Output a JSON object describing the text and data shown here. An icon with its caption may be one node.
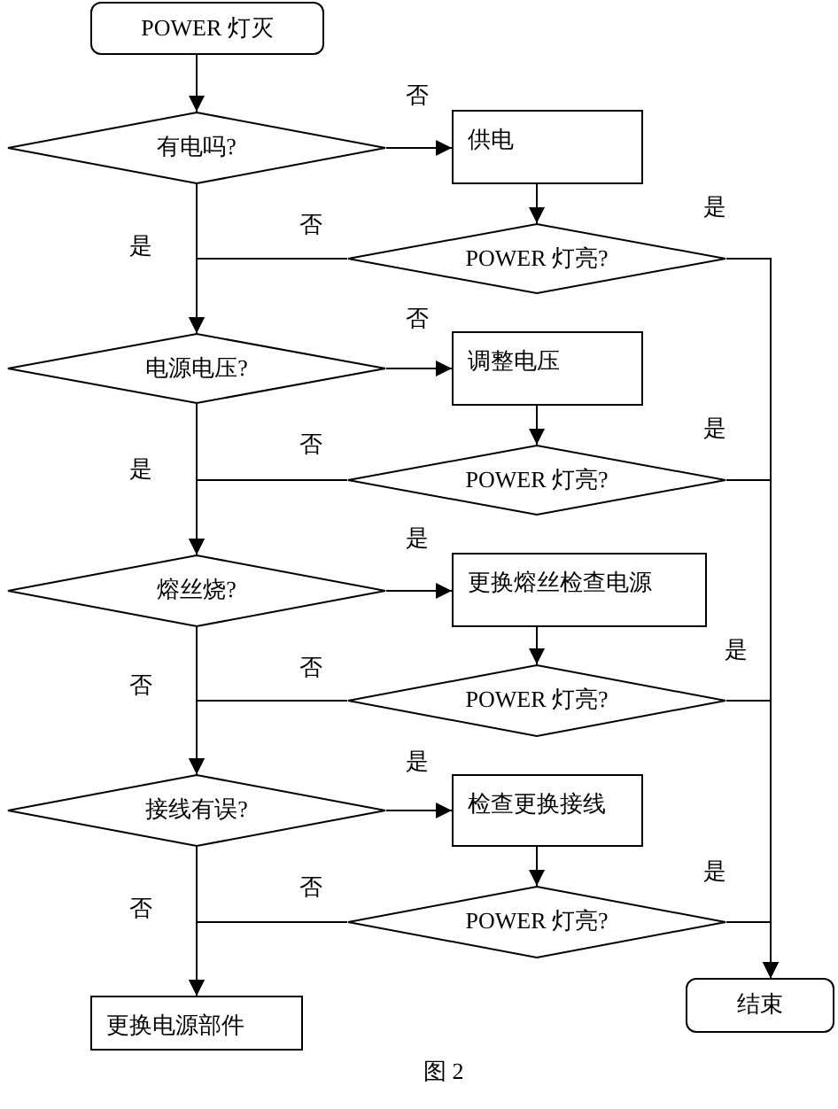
{
  "diagram": {
    "caption": "图 2",
    "nodes": [
      {
        "text": [
          "POWER 灯灭"
        ]
      },
      {
        "text": [
          "有电吗?"
        ]
      },
      {
        "text": [
          "供电"
        ]
      },
      {
        "text": [
          "POWER 灯亮?"
        ]
      },
      {
        "text": [
          "电源电压?"
        ]
      },
      {
        "text": [
          "调整电压"
        ]
      },
      {
        "text": [
          "POWER 灯亮?"
        ]
      },
      {
        "text": [
          "熔丝烧?"
        ]
      },
      {
        "text": [
          "更换熔丝检查电源"
        ]
      },
      {
        "text": [
          "POWER 灯亮?"
        ]
      },
      {
        "text": [
          "接线有误?"
        ]
      },
      {
        "text": [
          "检查更换接线"
        ]
      },
      {
        "text": [
          "POWER 灯亮?"
        ]
      },
      {
        "text": [
          "更换电源部件"
        ]
      },
      {
        "text": [
          "结束"
        ]
      }
    ],
    "edges": [
      {
        "from": 0,
        "to": 1,
        "arrow": "to"
      },
      {
        "from": 1,
        "to": 2,
        "arrow": "to",
        "label": "否"
      },
      {
        "from": 2,
        "to": 3,
        "arrow": "to"
      },
      {
        "from": 3,
        "to": 14,
        "arrow": "to",
        "label": "是"
      },
      {
        "from": 3,
        "to": 4,
        "arrow": "to",
        "label": "否"
      },
      {
        "from": 1,
        "to": 4,
        "arrow": "to",
        "label": "是"
      },
      {
        "from": 4,
        "to": 5,
        "arrow": "to",
        "label": "否"
      },
      {
        "from": 5,
        "to": 6,
        "arrow": "to"
      },
      {
        "from": 6,
        "to": 14,
        "arrow": "to",
        "label": "是"
      },
      {
        "from": 6,
        "to": 7,
        "arrow": "to",
        "label": "否"
      },
      {
        "from": 4,
        "to": 7,
        "arrow": "to",
        "label": "是"
      },
      {
        "from": 7,
        "to": 8,
        "arrow": "to",
        "label": "是"
      },
      {
        "from": 8,
        "to": 9,
        "arrow": "to"
      },
      {
        "from": 9,
        "to": 14,
        "arrow": "to",
        "label": "是"
      },
      {
        "from": 9,
        "to": 10,
        "arrow": "to",
        "label": "否"
      },
      {
        "from": 7,
        "to": 10,
        "arrow": "to",
        "label": "否"
      },
      {
        "from": 10,
        "to": 11,
        "arrow": "to",
        "label": "是"
      },
      {
        "from": 11,
        "to": 12,
        "arrow": "to"
      },
      {
        "from": 12,
        "to": 14,
        "arrow": "to",
        "label": "是"
      },
      {
        "from": 12,
        "to": 13,
        "arrow": "to",
        "label": "否"
      },
      {
        "from": 10,
        "to": 13,
        "arrow": "to",
        "label": "否"
      }
    ]
  }
}
